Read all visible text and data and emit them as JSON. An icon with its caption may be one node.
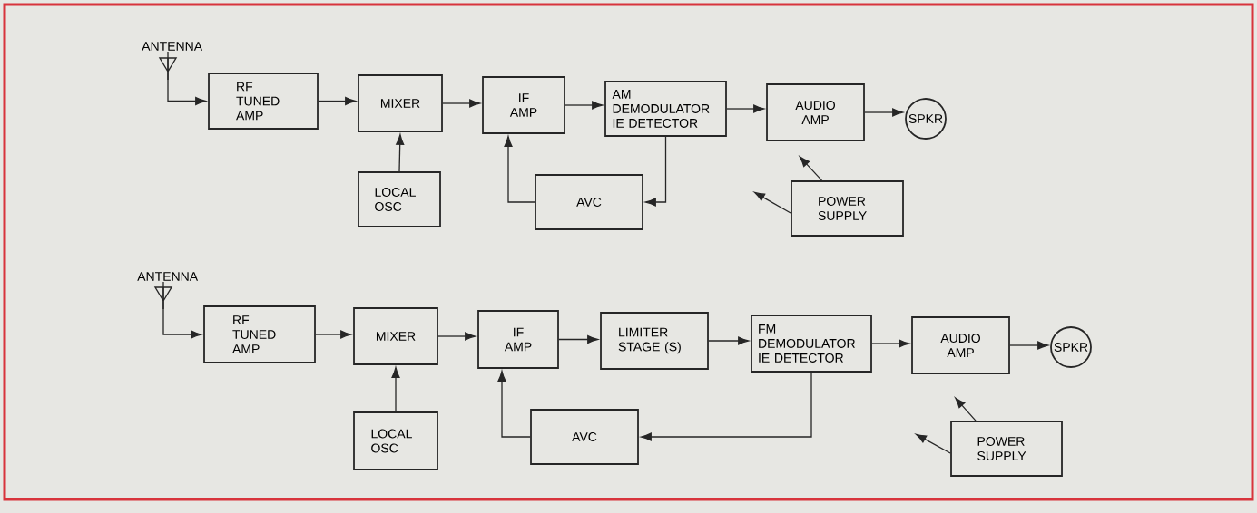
{
  "diagram": {
    "nodes": [
      {
        "text": [
          "ANTENNA"
        ]
      },
      {
        "text": [
          "RF TUNED AMP"
        ]
      },
      {
        "text": [
          "MIXER"
        ]
      },
      {
        "text": [
          "IF AMP"
        ]
      },
      {
        "text": [
          "AM DEMODULATOR IE DETECTOR"
        ]
      },
      {
        "text": [
          "AUDIO AMP"
        ]
      },
      {
        "text": [
          "SPKR"
        ]
      },
      {
        "text": [
          "LOCAL OSC"
        ]
      },
      {
        "text": [
          "AVC"
        ]
      },
      {
        "text": [
          "POWER SUPPLY"
        ]
      },
      {
        "text": [
          "ANTENNA"
        ]
      },
      {
        "text": [
          "RF TUNED AMP"
        ]
      },
      {
        "text": [
          "MIXER"
        ]
      },
      {
        "text": [
          "IF AMP"
        ]
      },
      {
        "text": [
          "LIMITER STAGE (S)"
        ]
      },
      {
        "text": [
          "FM DEMODULATOR IE DETECTOR"
        ]
      },
      {
        "text": [
          "AUDIO AMP"
        ]
      },
      {
        "text": [
          "SPKR"
        ]
      },
      {
        "text": [
          "LOCAL OSC"
        ]
      },
      {
        "text": [
          "AVC"
        ]
      },
      {
        "text": [
          "POWER SUPPLY"
        ]
      }
    ],
    "edges": [
      {
        "from": 0,
        "to": 1,
        "arrow": "to"
      },
      {
        "from": 1,
        "to": 2,
        "arrow": "to"
      },
      {
        "from": 2,
        "to": 3,
        "arrow": "to"
      },
      {
        "from": 3,
        "to": 4,
        "arrow": "to"
      },
      {
        "from": 4,
        "to": 5,
        "arrow": "to"
      },
      {
        "from": 5,
        "to": 6,
        "arrow": "to"
      },
      {
        "from": 7,
        "to": 2,
        "arrow": "to"
      },
      {
        "from": 4,
        "to": 8,
        "arrow": "to"
      },
      {
        "from": 8,
        "to": 3,
        "arrow": "to"
      },
      {
        "from": 9,
        "to": null,
        "arrow": "to"
      },
      {
        "from": 9,
        "to": null,
        "arrow": "to"
      },
      {
        "from": 10,
        "to": 11,
        "arrow": "to"
      },
      {
        "from": 11,
        "to": 12,
        "arrow": "to"
      },
      {
        "from": 12,
        "to": 13,
        "arrow": "to"
      },
      {
        "from": 13,
        "to": 14,
        "arrow": "to"
      },
      {
        "from": 14,
        "to": 15,
        "arrow": "to"
      },
      {
        "from": 15,
        "to": 16,
        "arrow": "to"
      },
      {
        "from": 16,
        "to": 17,
        "arrow": "to"
      },
      {
        "from": 18,
        "to": 12,
        "arrow": "to"
      },
      {
        "from": 15,
        "to": 19,
        "arrow": "to"
      },
      {
        "from": 19,
        "to": 13,
        "arrow": "to"
      },
      {
        "from": 20,
        "to": null,
        "arrow": "to"
      },
      {
        "from": 20,
        "to": null,
        "arrow": "to"
      }
    ]
  }
}
